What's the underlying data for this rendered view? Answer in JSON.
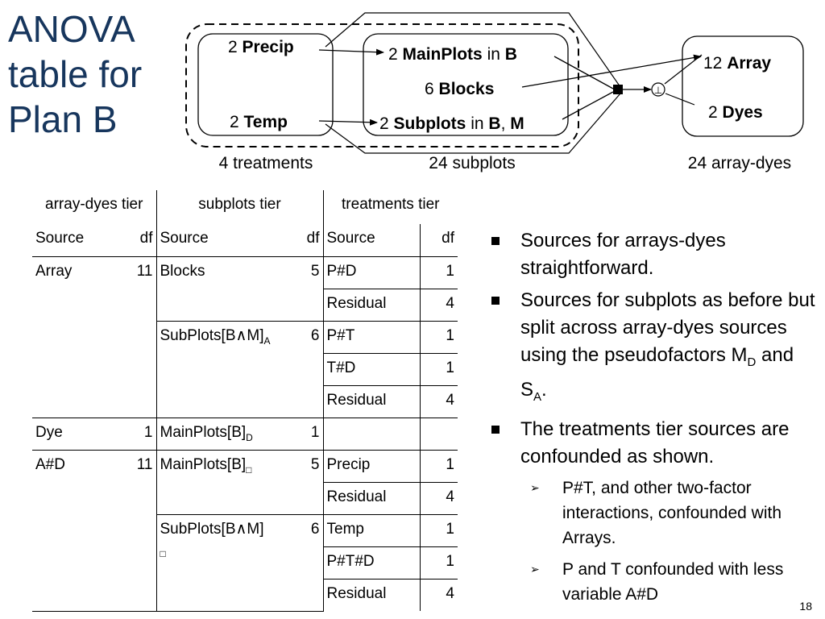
{
  "title": [
    "ANOVA",
    "table for",
    "Plan B"
  ],
  "diagram": {
    "precip": {
      "n": "2",
      "name": "Precip"
    },
    "temp": {
      "n": "2",
      "name": "Temp"
    },
    "mainplots": {
      "n": "2",
      "name": "MainPlots",
      "rel": "in",
      "in": "B"
    },
    "blocks": {
      "n": "6",
      "name": "Blocks"
    },
    "subplots": {
      "n": "2",
      "name": "Subplots",
      "rel": "in",
      "in": "B",
      "sep": ",",
      "in2": "M"
    },
    "array": {
      "n": "12",
      "name": "Array"
    },
    "dyes": {
      "n": "2",
      "name": "Dyes"
    },
    "perp_symbol": "⊥",
    "treatments_label": "4 treatments",
    "subplots_label": "24 subplots",
    "arraydyes_label": "24 array-dyes"
  },
  "table": {
    "tiers": [
      "array-dyes tier",
      "subplots tier",
      "treatments tier"
    ],
    "headers": [
      "Source",
      "df",
      "Source",
      "df",
      "Source",
      "df"
    ],
    "r1": [
      "Array",
      "11",
      "Blocks",
      "5",
      "P#D",
      "1"
    ],
    "r2": [
      "Residual",
      "4"
    ],
    "r3": [
      "SubPlots[B∧M]",
      "A",
      "6",
      "P#T",
      "1"
    ],
    "r4": [
      "T#D",
      "1"
    ],
    "r5": [
      "Residual",
      "4"
    ],
    "r6": [
      "Dye",
      "1",
      "MainPlots[B]",
      "D",
      "1"
    ],
    "r7": [
      "A#D",
      "11",
      "MainPlots[B]",
      "□",
      "5",
      "Precip",
      "1"
    ],
    "r8": [
      "Residual",
      "4"
    ],
    "r9": [
      "SubPlots[B∧M]",
      "□",
      "6",
      "Temp",
      "1"
    ],
    "r10": [
      "P#T#D",
      "1"
    ],
    "r11": [
      "Residual",
      "4"
    ]
  },
  "bullets": {
    "b1": "Sources for arrays-dyes straightforward.",
    "b2_text": "Sources for subplots as before but split across array-dyes sources using the pseudofactors M",
    "b2_sub1": "D",
    "b2_mid": " and S",
    "b2_sub2": "A",
    "b2_end": ".",
    "b3": "The treatments tier sources are confounded as shown.",
    "s1": "P#T, and other two-factor interactions, confounded with Arrays.",
    "s2": "P and T confounded with less variable A#D"
  },
  "page_number": "18"
}
